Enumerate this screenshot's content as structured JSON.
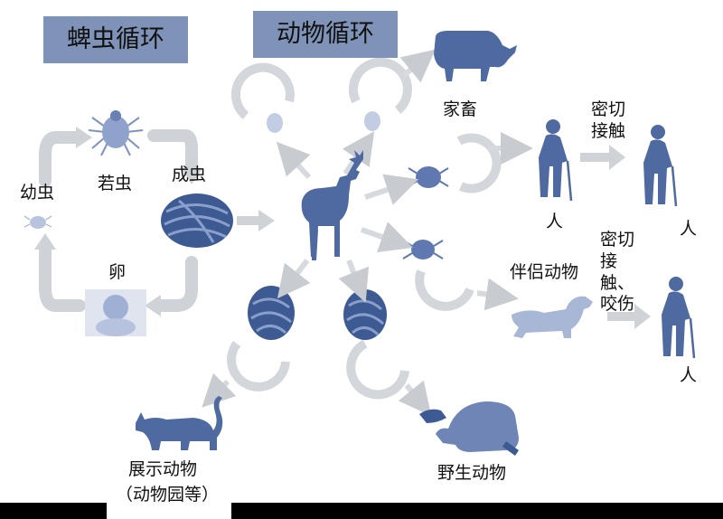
{
  "titles": {
    "tick_cycle": "蜱虫循环",
    "animal_cycle": "动物循环"
  },
  "tick_stages": {
    "larva": "幼虫",
    "nymph": "若虫",
    "adult": "成虫",
    "egg": "卵"
  },
  "hosts": {
    "livestock": "家畜",
    "companion": "伴侣动物",
    "wild": "野生动物",
    "exhibit": "展示动物",
    "exhibit_note": "（动物园等）"
  },
  "transmission": {
    "close_contact_1": "密切接触",
    "close_contact_2": "密切接触、咬伤"
  },
  "humans": {
    "person_1": "人",
    "person_2": "人",
    "person_3": "人"
  },
  "colors": {
    "title_bg": "#7f93b8",
    "silhouette": "#4f6aa0",
    "arrow_gray": "#c8cbd0",
    "tick_fill": "#5f78b0"
  },
  "icons": {
    "deer": "deer-silhouette",
    "cow": "cow-silhouette",
    "dog": "dog-silhouette",
    "cat": "cat-silhouette",
    "raccoon": "raccoon-silhouette",
    "person": "elderly-person-with-cane",
    "tick": "tick"
  }
}
